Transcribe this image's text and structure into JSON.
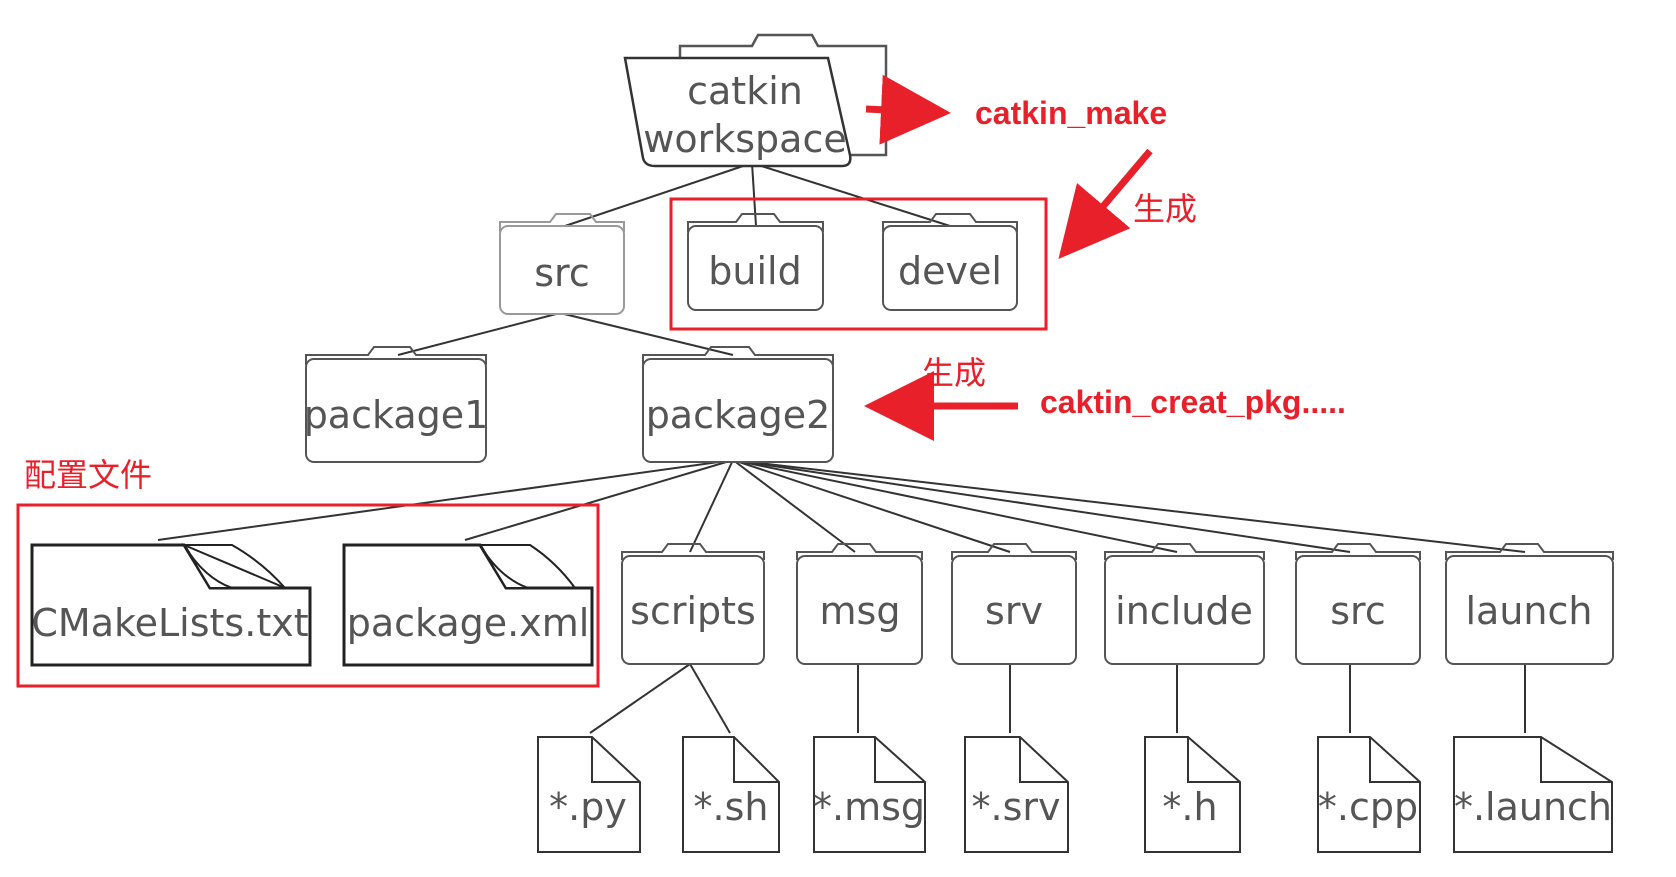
{
  "diagram": {
    "nodes": {
      "workspace": {
        "line1": "catkin",
        "line2": "workspace"
      },
      "src": "src",
      "build": "build",
      "devel": "devel",
      "package1": "package1",
      "package2": "package2",
      "cmakelists": "CMakeLists.txt",
      "package_xml": "package.xml",
      "scripts": "scripts",
      "msg": "msg",
      "srv": "srv",
      "include": "include",
      "src2": "src",
      "launch": "launch",
      "file_py": "*.py",
      "file_sh": "*.sh",
      "file_msg": "*.msg",
      "file_srv": "*.srv",
      "file_h": "*.h",
      "file_cpp": "*.cpp",
      "file_launch": "*.launch"
    },
    "annotations": {
      "catkin_make": "catkin_make",
      "generate_top": "生成",
      "generate_mid": "生成",
      "create_pkg": "caktin_creat_pkg.....",
      "config_files": "配置文件"
    },
    "colors": {
      "annotation": "#e8202a",
      "line": "#333333",
      "folder_outline": "#777777",
      "text": "#555555"
    }
  }
}
